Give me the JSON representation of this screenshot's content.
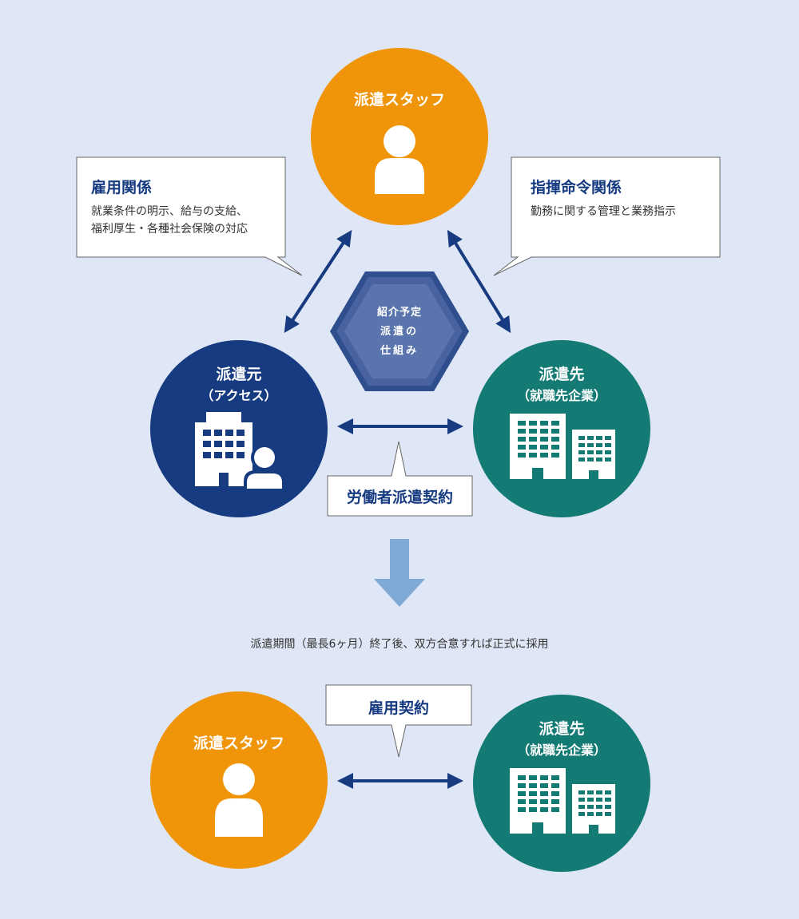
{
  "top": {
    "staff_circle": {
      "label": "派遣スタッフ"
    },
    "employment_callout": {
      "title": "雇用関係",
      "line1": "就業条件の明示、給与の支給、",
      "line2": "福利厚生・各種社会保険の対応"
    },
    "command_callout": {
      "title": "指揮命令関係",
      "line1": "勤務に関する管理と業務指示"
    },
    "hexagon": {
      "line1": "紹介予定",
      "line2": "派遣の",
      "line3": "仕組み"
    },
    "dispatcher_circle": {
      "label": "派遣元",
      "sub": "（アクセス）"
    },
    "client_circle": {
      "label": "派遣先",
      "sub": "（就職先企業）"
    },
    "contract_label": "労働者派遣契約"
  },
  "caption": "派遣期間（最長6ヶ月）終了後、双方合意すれば正式に採用",
  "bottom": {
    "staff_circle": {
      "label": "派遣スタッフ"
    },
    "client_circle": {
      "label": "派遣先",
      "sub": "（就職先企業）"
    },
    "contract_label": "雇用契約"
  },
  "colors": {
    "background": "#dfe6f5",
    "orange": "#f0950a",
    "navy": "#163b80",
    "teal": "#137a74",
    "down_arrow": "#7faad6",
    "hexagon": "#5a74ad"
  }
}
